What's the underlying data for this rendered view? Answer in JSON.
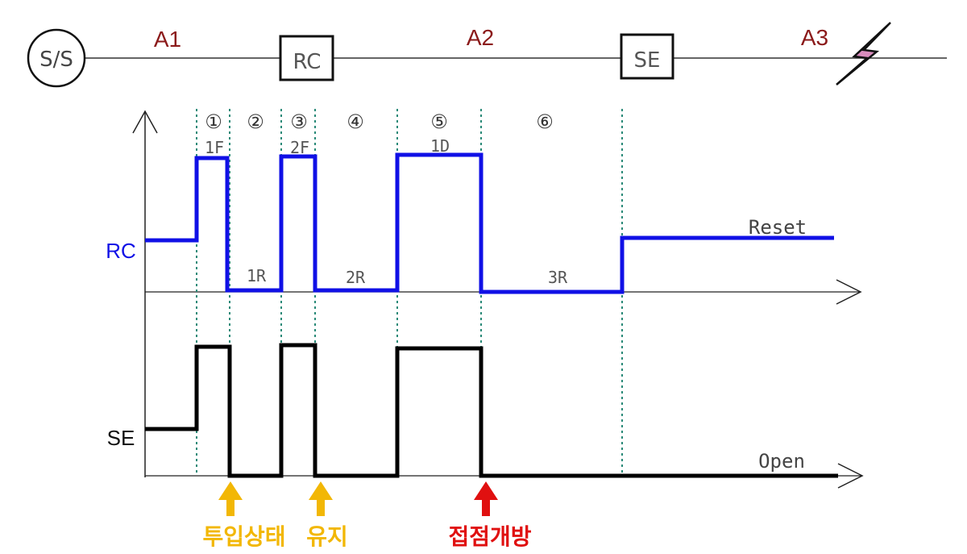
{
  "line": {
    "source": "S/S",
    "recloser": "RC",
    "sectionalizer": "SE",
    "sections": [
      "A1",
      "A2",
      "A3"
    ]
  },
  "intervals": [
    "①",
    "②",
    "③",
    "④",
    "⑤",
    "⑥"
  ],
  "events": {
    "fault1": "1F",
    "fault2": "2F",
    "delay": "1D",
    "reclose1": "1R",
    "reclose2": "2R",
    "reclose3": "3R"
  },
  "signals": {
    "rc_label": "RC",
    "se_label": "SE",
    "rc_end": "Reset",
    "se_end": "Open"
  },
  "annotations": {
    "closed": "투입상태",
    "hold": "유지",
    "contact_open": "접점개방"
  },
  "colors": {
    "rc_trace": "#1010e6",
    "se_trace": "#000000",
    "section_label": "#8b1a1a",
    "arrow_yellow": "#f2b705",
    "arrow_red": "#e01010",
    "divider": "#2a8a78",
    "lightning": "#cc66aa"
  }
}
